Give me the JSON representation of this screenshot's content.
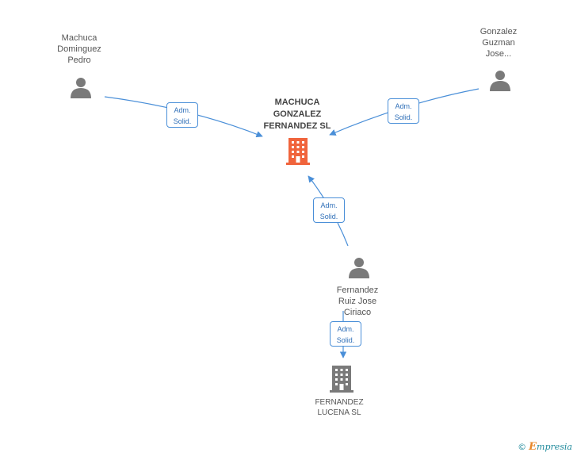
{
  "nodes": {
    "main_company": {
      "lines": [
        "MACHUCA",
        "GONZALEZ",
        "FERNANDEZ SL"
      ],
      "color": "#f0643c"
    },
    "person_1": {
      "lines": [
        "Machuca",
        "Dominguez",
        "Pedro"
      ]
    },
    "person_2": {
      "lines": [
        "Gonzalez",
        "Guzman",
        "Jose..."
      ]
    },
    "person_3": {
      "lines": [
        "Fernandez",
        "Ruiz Jose",
        "Ciriaco"
      ]
    },
    "company_2": {
      "lines": [
        "FERNANDEZ",
        "LUCENA SL"
      ],
      "color": "#7a7a7a"
    }
  },
  "edges": [
    {
      "role_line1": "Adm.",
      "role_line2": "Solid."
    },
    {
      "role_line1": "Adm.",
      "role_line2": "Solid."
    },
    {
      "role_line1": "Adm.",
      "role_line2": "Solid."
    },
    {
      "role_line1": "Adm.",
      "role_line2": "Solid."
    }
  ],
  "colors": {
    "edge": "#4a8fd8",
    "person_icon": "#7a7a7a"
  },
  "footer": {
    "copyright": "©",
    "brand_initial": "E",
    "brand_rest": "mpresia"
  }
}
